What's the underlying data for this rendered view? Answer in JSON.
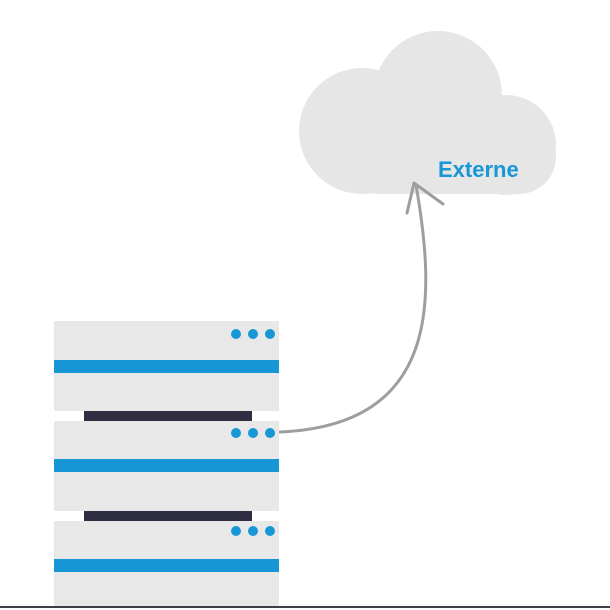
{
  "diagram": {
    "cloud": {
      "label": "Externe",
      "icon": "cloud-icon"
    },
    "server_rack": {
      "icon": "server-rack-icon",
      "units": [
        {
          "name": "server-unit-1",
          "indicator_lights": 3
        },
        {
          "name": "server-unit-2",
          "indicator_lights": 3
        },
        {
          "name": "server-unit-3",
          "indicator_lights": 3
        }
      ]
    },
    "connection": {
      "from": "server-unit-2",
      "to": "cloud",
      "icon": "curved-arrow-icon"
    }
  },
  "colors": {
    "background": "#ffffff",
    "cloud_fill": "#e6e6e6",
    "label": "#1797d6",
    "server_body": "#e8e8e8",
    "server_stripe": "#1797d6",
    "server_lights": "#1797d6",
    "server_separator": "#2f2e41",
    "arrow": "#9e9e9e",
    "ground_line": "#3f3f46"
  }
}
